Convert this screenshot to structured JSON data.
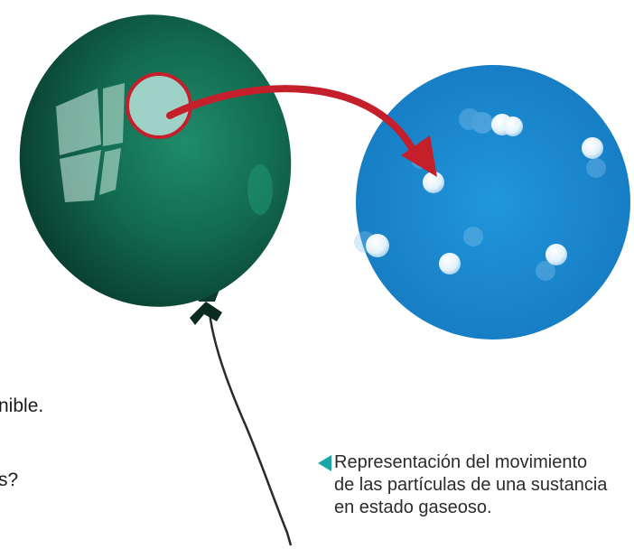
{
  "text_fragments": [
    "nible.",
    "s?"
  ],
  "caption": {
    "lines": [
      "Representación del movimiento",
      "de las partículas de una sustancia",
      "en estado gaseoso."
    ]
  },
  "colors": {
    "balloon": "#0f5a45",
    "magnifier_fill": "#9fd2c6",
    "magnifier_outline": "#c51f2c",
    "arrow": "#c51f2c",
    "particle_field": "#1b8bd2",
    "particle": "#f4fbff",
    "caption_marker": "#1aa6a6",
    "string": "#2a2a2a"
  },
  "icons": [
    "balloon-illustration",
    "magnifier-circle",
    "curved-arrow",
    "particle-circle",
    "caption-marker-triangle"
  ]
}
